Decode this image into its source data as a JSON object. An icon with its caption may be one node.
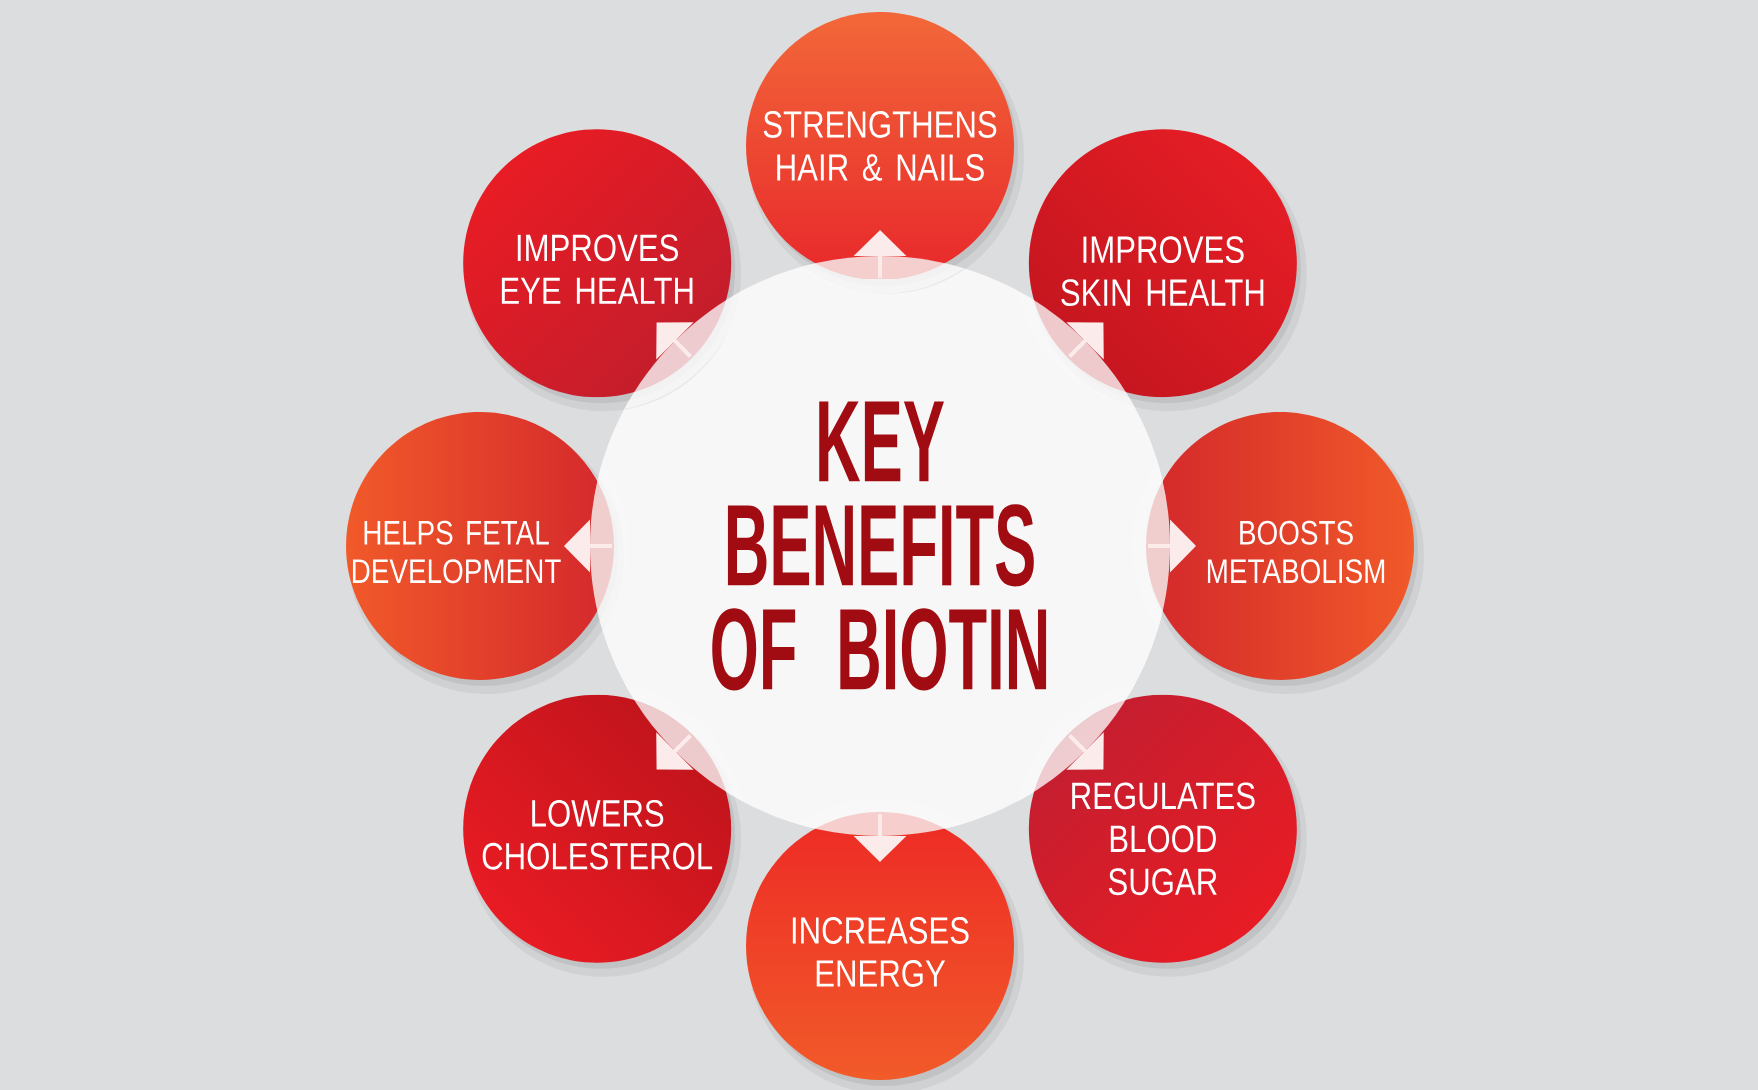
{
  "diagram": {
    "nodes": [
      {
        "text": [
          "KEY BENEFITS OF BIOTIN"
        ]
      },
      {
        "text": [
          "STRENGTHENS HAIR & NAILS"
        ]
      },
      {
        "text": [
          "IMPROVES SKIN HEALTH"
        ]
      },
      {
        "text": [
          "BOOSTS METABOLISM"
        ]
      },
      {
        "text": [
          "REGULATES BLOOD SUGAR"
        ]
      },
      {
        "text": [
          "INCREASES ENERGY"
        ]
      },
      {
        "text": [
          "LOWERS CHOLESTEROL"
        ]
      },
      {
        "text": [
          "HELPS FETAL DEVELOPMENT"
        ]
      },
      {
        "text": [
          "IMPROVES EYE HEALTH"
        ]
      }
    ],
    "edges": [
      {
        "from": 0,
        "to": 1,
        "arrow": "to"
      },
      {
        "from": 0,
        "to": 2,
        "arrow": "to"
      },
      {
        "from": 0,
        "to": 3,
        "arrow": "to"
      },
      {
        "from": 0,
        "to": 4,
        "arrow": "to"
      },
      {
        "from": 0,
        "to": 5,
        "arrow": "to"
      },
      {
        "from": 0,
        "to": 6,
        "arrow": "to"
      },
      {
        "from": 0,
        "to": 7,
        "arrow": "to"
      },
      {
        "from": 0,
        "to": 8,
        "arrow": "to"
      }
    ]
  }
}
